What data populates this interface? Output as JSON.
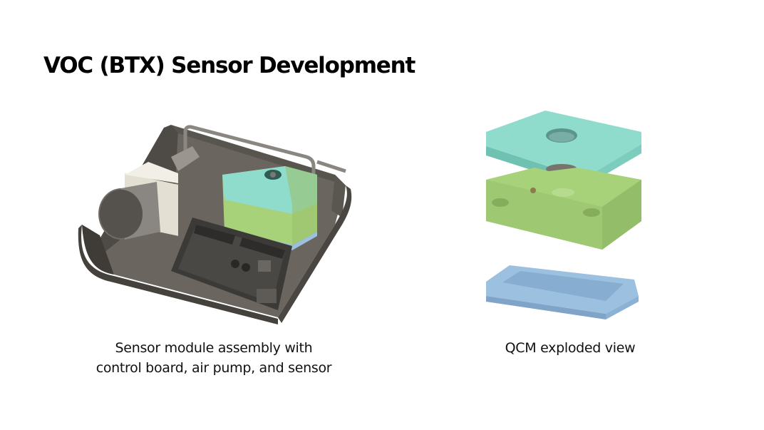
{
  "slide": {
    "title": "VOC (BTX) Sensor Development",
    "figures": [
      {
        "caption_line1": "Sensor module assembly with",
        "caption_line2": "control board, air pump, and sensor"
      },
      {
        "caption_line1": "QCM exploded view"
      }
    ]
  },
  "colors": {
    "housing": "#57544f",
    "teal": "#8fdccd",
    "green": "#a8d27a",
    "blue": "#9cc0e0",
    "pump_box": "#e2ddd0"
  }
}
